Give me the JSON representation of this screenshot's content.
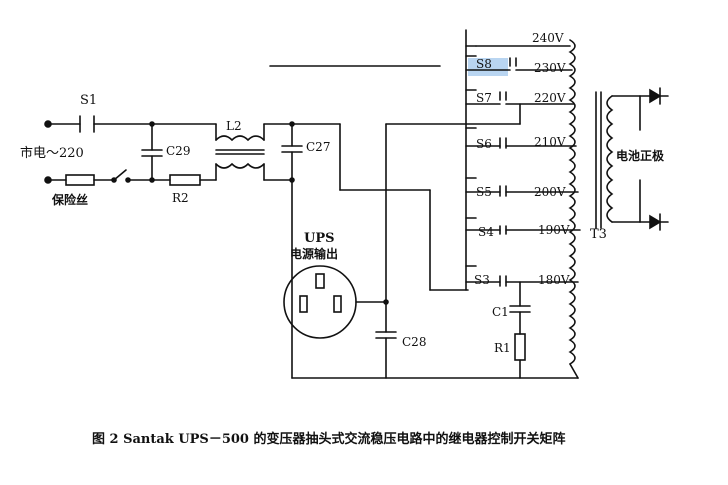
{
  "labels": {
    "mains": "市电～220",
    "fuse": "保险丝",
    "s1": "S1",
    "c29": "C29",
    "r2": "R2",
    "l2": "L2",
    "c27": "C27",
    "ups_line1": "UPS",
    "ups_line2": "电源输出",
    "c28": "C28",
    "c1": "C1",
    "r1": "R1",
    "t3": "T3",
    "battery": "电池正极"
  },
  "taps": [
    {
      "relay": "",
      "voltage": "240V"
    },
    {
      "relay": "S8",
      "voltage": "230V"
    },
    {
      "relay": "S7",
      "voltage": "220V"
    },
    {
      "relay": "S6",
      "voltage": "210V"
    },
    {
      "relay": "S5",
      "voltage": "200V"
    },
    {
      "relay": "S4",
      "voltage": "190V"
    },
    {
      "relay": "S3",
      "voltage": "180V"
    }
  ],
  "caption": "图 2 Santak UPS－500 的变压器抽头式交流稳压电路中的继电器控制开关矩阵",
  "colors": {
    "ink": "#111111",
    "highlight": "#7fb3e6"
  }
}
